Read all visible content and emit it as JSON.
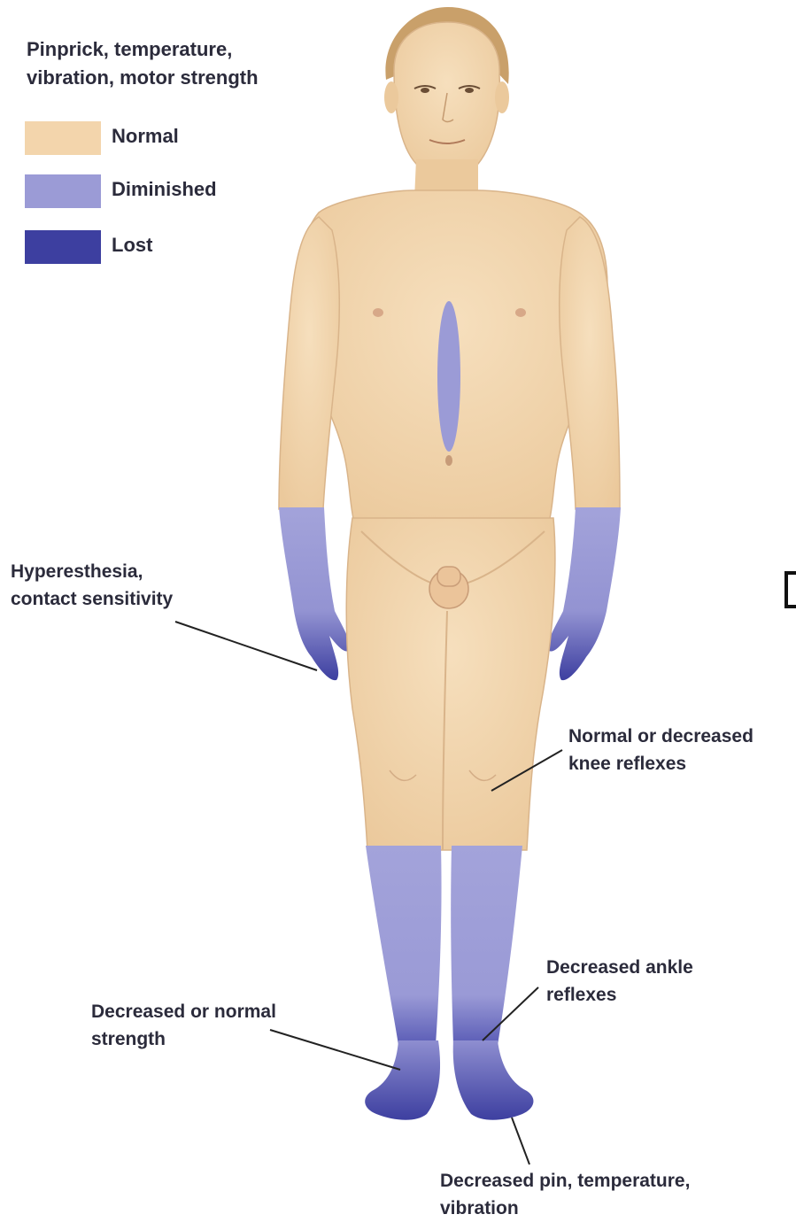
{
  "legend": {
    "title": "Pinprick, temperature,\nvibration, motor strength",
    "items": [
      {
        "label": "Normal",
        "color": "#f3d5ac"
      },
      {
        "label": "Diminished",
        "color": "#9b9bd6"
      },
      {
        "label": "Lost",
        "color": "#3d3fa0"
      }
    ]
  },
  "annotations": {
    "hands": "Hyperesthesia,\ncontact sensitivity",
    "knee": "Normal or decreased\nknee reflexes",
    "ankle": "Decreased ankle\nreflexes",
    "strength": "Decreased or normal\nstrength",
    "feet": "Decreased pin, temperature,\nvibration"
  },
  "colors": {
    "skin": "#f1d6b0",
    "skin_shadow": "#d9b48a",
    "hair": "#c9a06a",
    "diminished": "#9b9bd6",
    "lost": "#3d3fa0",
    "leader_line": "#222222"
  }
}
